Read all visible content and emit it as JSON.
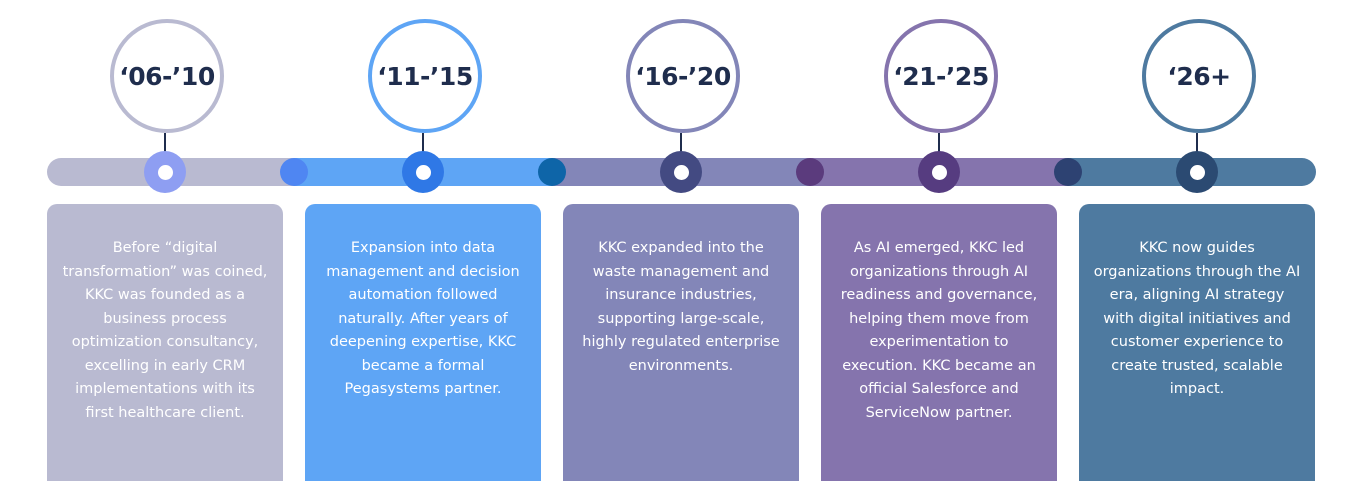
{
  "periods": [
    {
      "label": "‘06-’10",
      "description": "Before “digital transformation” was coined, KKC was founded as a business process optimization consultancy, excelling in early CRM implementations with its first healthcare client.",
      "colors": {
        "card": "#b9bad1",
        "ring": "#b9bad1",
        "bar": "#b9bad1",
        "node": "#8e9ef2"
      }
    },
    {
      "label": "‘11-’15",
      "description": "Expansion into data management and decision automation followed naturally. After years of deepening expertise, KKC became a formal Pegasystems partner.",
      "colors": {
        "card": "#5ea5f5",
        "ring": "#5ea5f5",
        "bar": "#5ea5f5",
        "node": "#2f78e6"
      }
    },
    {
      "label": "‘16-’20",
      "description": "KKC expanded into the waste management and insurance industries, supporting large-scale, highly regulated enterprise environments.",
      "colors": {
        "card": "#8386b8",
        "ring": "#8386b8",
        "bar": "#8386b8",
        "node": "#434a82"
      }
    },
    {
      "label": "‘21-’25",
      "description": "As AI emerged, KKC led organizations through AI readiness and governance, helping them move from experimentation to execution. KKC became an official Salesforce and ServiceNow partner.",
      "colors": {
        "card": "#8574ad",
        "ring": "#8574ad",
        "bar": "#8574ad",
        "node": "#563c80"
      }
    },
    {
      "label": "‘26+",
      "description": "KKC now guides organizations through the AI era, aligning AI strategy with digital initiatives and customer experience to create trusted, scalable impact.",
      "colors": {
        "card": "#4e7aa0",
        "ring": "#4e7aa0",
        "bar": "#4e7aa0",
        "node": "#2b4a72"
      }
    }
  ],
  "joints": [
    {
      "color": "#4f86f2"
    },
    {
      "color": "#0e65a8"
    },
    {
      "color": "#5b3b7d"
    },
    {
      "color": "#2d4272"
    }
  ],
  "label_color": "#1f2d4d"
}
